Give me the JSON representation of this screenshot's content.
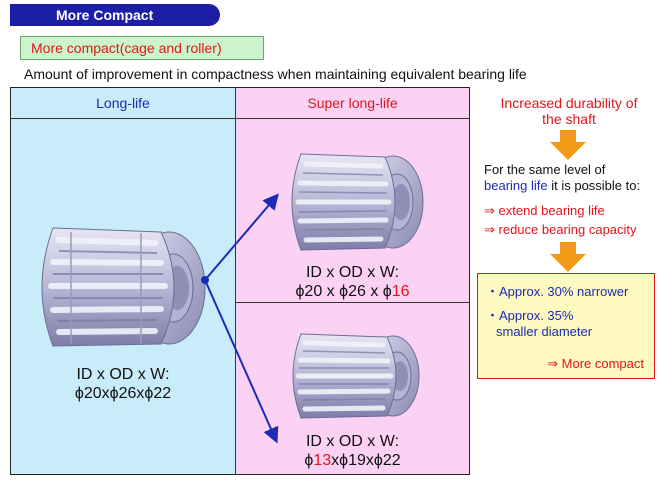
{
  "header": {
    "title": "More Compact"
  },
  "subtitle": "More compact(cage and roller)",
  "caption": "Amount of improvement in compactness when maintaining equivalent bearing life",
  "table": {
    "left_header": "Long-life",
    "right_header": "Super long-life",
    "left_spec_line1": "ID x OD x W:",
    "left_spec_line2": "ϕ20xϕ26xϕ22",
    "top_spec_line1": "ID x OD x W:",
    "top_spec_prefix": "ϕ20 x ϕ26 x ϕ",
    "top_spec_highlight": "16",
    "bottom_spec_line1": "ID x OD x W:",
    "bottom_spec_prefix": "ϕ",
    "bottom_spec_highlight": "13",
    "bottom_spec_suffix": "xϕ19xϕ22"
  },
  "right": {
    "durability_line1": "Increased durability of",
    "durability_line2": "the shaft",
    "same_level_line1": "For the same level of",
    "same_level_blue": "bearing life",
    "same_level_rest": " it is possible to:",
    "benefit1": "⇒ extend bearing life",
    "benefit2": "⇒ reduce bearing capacity",
    "result1": "・Approx. 30% narrower",
    "result2_line1": "・Approx. 35%",
    "result2_line2": "smaller diameter",
    "result3": "⇒ More compact"
  },
  "colors": {
    "header_blue": "#1c1fa3",
    "accent_red": "#e0161b",
    "label_blue": "#1c2bb6",
    "left_bg": "#c8ecfa",
    "right_bg": "#fcd2f4",
    "arrow_orange": "#f39a16",
    "result_bg": "#fdf9c0"
  }
}
